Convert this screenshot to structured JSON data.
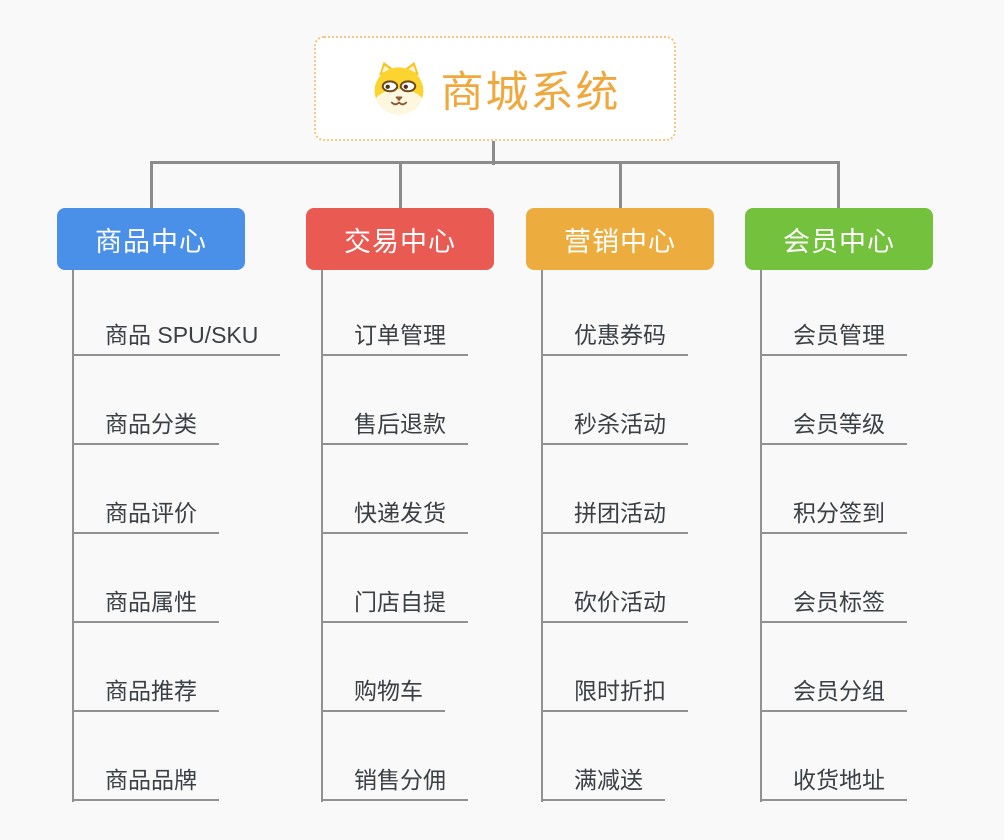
{
  "diagram": {
    "root": {
      "title": "商城系统",
      "icon": "dog-face-icon"
    },
    "branches": [
      {
        "label": "商品中心",
        "color": "#4a90e8",
        "items": [
          "商品 SPU/SKU",
          "商品分类",
          "商品评价",
          "商品属性",
          "商品推荐",
          "商品品牌"
        ]
      },
      {
        "label": "交易中心",
        "color": "#e85a52",
        "items": [
          "订单管理",
          "售后退款",
          "快递发货",
          "门店自提",
          "购物车",
          "销售分佣"
        ]
      },
      {
        "label": "营销中心",
        "color": "#edad3e",
        "items": [
          "优惠券码",
          "秒杀活动",
          "拼团活动",
          "砍价活动",
          "限时折扣",
          "满减送"
        ]
      },
      {
        "label": "会员中心",
        "color": "#74c13e",
        "items": [
          "会员管理",
          "会员等级",
          "积分签到",
          "会员标签",
          "会员分组",
          "收货地址"
        ]
      }
    ],
    "colors": {
      "background": "#f9f9f9",
      "root_accent": "#f0a73c",
      "root_border": "#f2c87d",
      "connector": "#8c8c8c",
      "leaf_text": "#3b4045",
      "branch_text": "#ffffff"
    }
  }
}
